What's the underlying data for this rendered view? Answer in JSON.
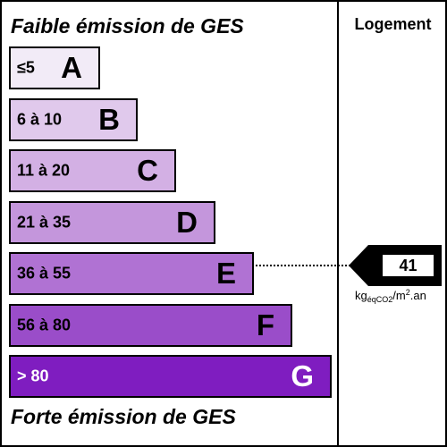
{
  "header": {
    "top_title": "Faible émission de GES",
    "bottom_title": "Forte émission de GES",
    "column_label": "Logement"
  },
  "classes": [
    {
      "range": "≤5",
      "letter": "A",
      "color": "#F2EBF7",
      "text_color": "#000000"
    },
    {
      "range": "6 à 10",
      "letter": "B",
      "color": "#E0C9EC",
      "text_color": "#000000"
    },
    {
      "range": "11 à 20",
      "letter": "C",
      "color": "#D3B0E4",
      "text_color": "#000000"
    },
    {
      "range": "21 à 35",
      "letter": "D",
      "color": "#C496DC",
      "text_color": "#000000"
    },
    {
      "range": "36 à 55",
      "letter": "E",
      "color": "#B072D3",
      "text_color": "#000000"
    },
    {
      "range": "56 à 80",
      "letter": "F",
      "color": "#9A4DC9",
      "text_color": "#000000"
    },
    {
      "range": "> 80",
      "letter": "G",
      "color": "#7F1DC0",
      "text_color": "#FFFFFF"
    }
  ],
  "indicator": {
    "value": "41",
    "unit_main": "kg",
    "unit_sub": "éqCO2",
    "unit_rest": "/m",
    "unit_sup": "2",
    "unit_end": ".an"
  }
}
